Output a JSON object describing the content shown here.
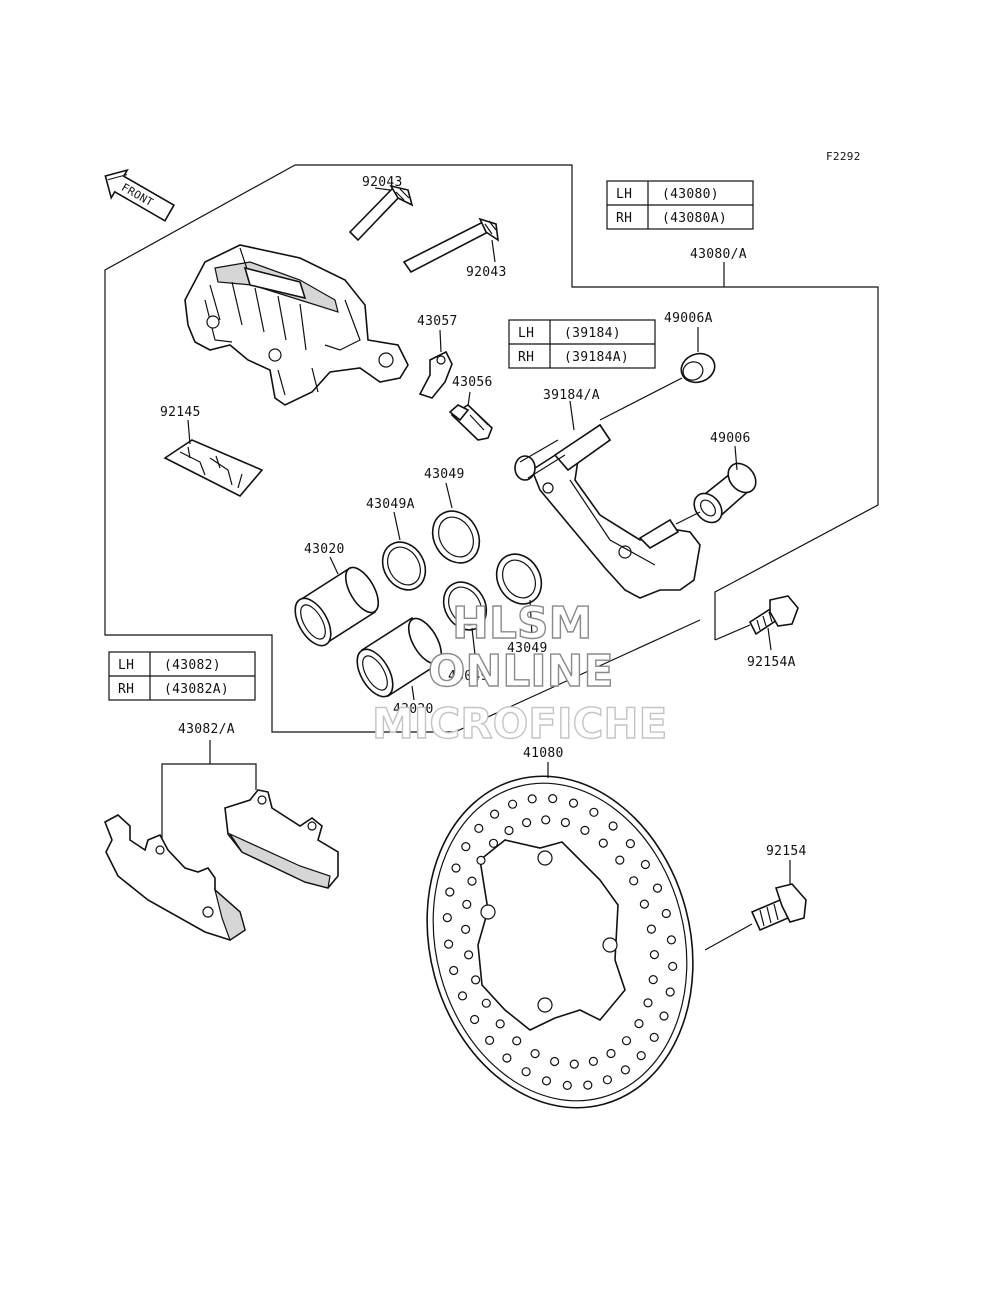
{
  "figure_code": "F2292",
  "front_label": "FRONT",
  "parts": {
    "p92043_top": "92043",
    "p92043_mid": "92043",
    "p43057": "43057",
    "p43056": "43056",
    "p92145": "92145",
    "p43049_top": "43049",
    "p43049A_top": "43049A",
    "p43020_top": "43020",
    "p43049_bot": "43049",
    "p43049A_bot": "43049A",
    "p43020_bot": "43020",
    "p43080A": "43080/A",
    "p49006A": "49006A",
    "p39184A": "39184/A",
    "p49006": "49006",
    "p92154A": "92154A",
    "p43082A": "43082/A",
    "p41080": "41080",
    "p92154": "92154"
  },
  "tables": {
    "t43080": {
      "rows": [
        {
          "side": "LH",
          "code": "(43080)"
        },
        {
          "side": "RH",
          "code": "(43080A)"
        }
      ]
    },
    "t39184": {
      "rows": [
        {
          "side": "LH",
          "code": "(39184)"
        },
        {
          "side": "RH",
          "code": "(39184A)"
        }
      ]
    },
    "t43082": {
      "rows": [
        {
          "side": "LH",
          "code": "(43082)"
        },
        {
          "side": "RH",
          "code": "(43082A)"
        }
      ]
    }
  },
  "watermark": {
    "line1": "HLSM",
    "line2": "ONLINE",
    "line3": "MICROFICHE"
  }
}
